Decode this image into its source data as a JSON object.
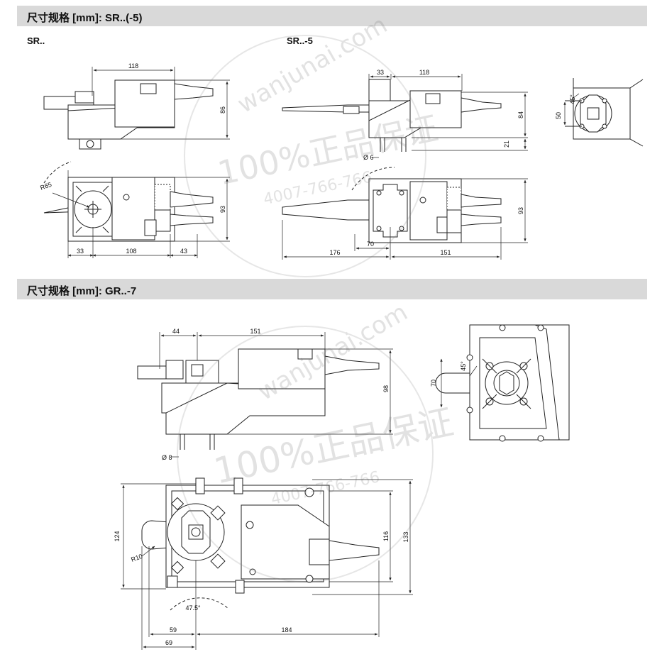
{
  "section1": {
    "title": "尺寸规格 [mm]: SR..(-5)",
    "label_left": "SR..",
    "label_right": "SR..-5"
  },
  "section2": {
    "title": "尺寸规格 [mm]: GR..-7"
  },
  "sr": {
    "top_width": "118",
    "height": "86",
    "bottom_depth": "93",
    "left_offset": "33",
    "mid_length": "108",
    "right_length": "43",
    "radius": "R65"
  },
  "sr5": {
    "top_left": "33",
    "top_width": "118",
    "height": "84",
    "shaft_height": "21",
    "pin_dia": "Ø 6",
    "bottom_depth": "93",
    "left_length": "176",
    "mid_length": "70",
    "right_length": "151",
    "clamp_angle": "45°",
    "clamp_size": "50"
  },
  "gr": {
    "top_left": "44",
    "top_width": "151",
    "height": "98",
    "pin_dia": "Ø 8",
    "clamp_angle": "45°",
    "clamp_size": "70",
    "depth_outer": "124",
    "depth_inner": "116",
    "depth_total": "133",
    "radius": "R10",
    "angle": "47.5°",
    "bottom_left_inner": "59",
    "bottom_right": "184",
    "bottom_left_outer": "69"
  },
  "watermark": {
    "line1": "100%正品保证",
    "line2": "4007-766-766",
    "line3": "wanjunai.com"
  }
}
